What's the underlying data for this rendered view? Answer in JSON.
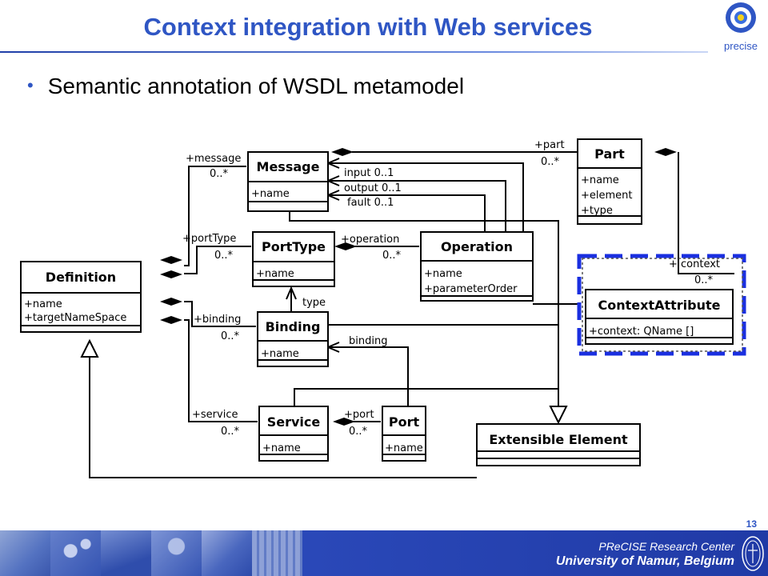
{
  "slide": {
    "title": "Context integration with Web services",
    "bullet": "Semantic annotation of WSDL metamodel",
    "page_number": "13",
    "logo_text": "precise"
  },
  "footer": {
    "center": "PReCISE Research Center",
    "university": "University of Namur, Belgium"
  },
  "classes": {
    "definition": {
      "name": "Definition",
      "attrs": [
        "+name",
        "+targetNameSpace"
      ]
    },
    "message": {
      "name": "Message",
      "attrs": [
        "+name"
      ]
    },
    "part": {
      "name": "Part",
      "attrs": [
        "+name",
        "+element",
        "+type"
      ]
    },
    "porttype": {
      "name": "PortType",
      "attrs": [
        "+name"
      ]
    },
    "operation": {
      "name": "Operation",
      "attrs": [
        "+name",
        "+parameterOrder"
      ]
    },
    "binding": {
      "name": "Binding",
      "attrs": [
        "+name"
      ]
    },
    "contextattribute": {
      "name": "ContextAttribute",
      "attrs": [
        "+context: QName []"
      ]
    },
    "service": {
      "name": "Service",
      "attrs": [
        "+name"
      ]
    },
    "port": {
      "name": "Port",
      "attrs": [
        "+name"
      ]
    },
    "extensible": {
      "name": "Extensible Element",
      "attrs": []
    }
  },
  "labels": {
    "message_role": "+message",
    "message_mult": "0..*",
    "porttype_role": "+portType",
    "porttype_mult": "0..*",
    "binding_role": "+binding",
    "binding_mult": "0..*",
    "service_role": "+service",
    "service_mult": "0..*",
    "part_role": "+part",
    "part_mult": "0..*",
    "operation_role": "+operation",
    "operation_mult": "0..*",
    "port_role": "+port",
    "port_mult": "0..*",
    "context_role": "+ context",
    "context_mult": "0..*",
    "input": "input 0..1",
    "output": "output 0..1",
    "fault": "fault 0..1",
    "type": "type",
    "binding_assoc": "binding"
  },
  "colors": {
    "title": "#2f56c4",
    "footer": "#2a48b8",
    "highlight": "#1a2fe0"
  }
}
